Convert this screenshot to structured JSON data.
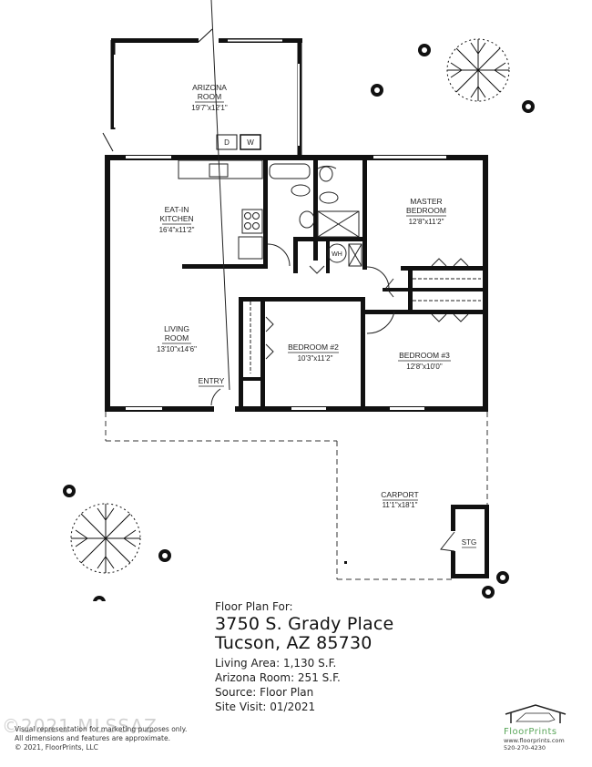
{
  "rooms": {
    "arizona_room": {
      "name_line1": "ARIZONA",
      "name_line2": "ROOM",
      "dimensions": "19'7\"x12'1\""
    },
    "kitchen": {
      "name_line1": "EAT-IN",
      "name_line2": "KITCHEN",
      "dimensions": "16'4\"x11'2\""
    },
    "master_bedroom": {
      "name_line1": "MASTER",
      "name_line2": "BEDROOM",
      "dimensions": "12'8\"x11'2\""
    },
    "living_room": {
      "name_line1": "LIVING",
      "name_line2": "ROOM",
      "dimensions": "13'10\"x14'6\""
    },
    "bedroom2": {
      "name": "BEDROOM #2",
      "dimensions": "10'3\"x11'2\""
    },
    "bedroom3": {
      "name": "BEDROOM #3",
      "dimensions": "12'8\"x10'0\""
    },
    "carport": {
      "name": "CARPORT",
      "dimensions": "11'1\"x18'1\""
    },
    "storage": {
      "name": "STG"
    },
    "entry": {
      "name": "ENTRY"
    }
  },
  "appliances": {
    "dryer": "D",
    "washer": "W",
    "water_heater": "WH"
  },
  "info": {
    "heading": "Floor Plan For:",
    "address_line1": "3750 S. Grady Place",
    "address_line2": "Tucson, AZ  85730",
    "living_area": "Living Area:  1,130 S.F.",
    "arizona_room_area": "Arizona Room:  251 S.F.",
    "source": "Source:  Floor Plan",
    "site_visit": "Site Visit:  01/2021"
  },
  "footer": {
    "line1": "Visual representation for marketing purposes only.",
    "line2": "All dimensions and features are approximate.",
    "line3": "© 2021, FloorPrints, LLC"
  },
  "watermark": "©2021 MLSSAZ",
  "logo": {
    "brand": "FloorPrints",
    "url": "www.floorprints.com",
    "phone": "520-270-4230",
    "brand_color": "#5aa65a"
  }
}
